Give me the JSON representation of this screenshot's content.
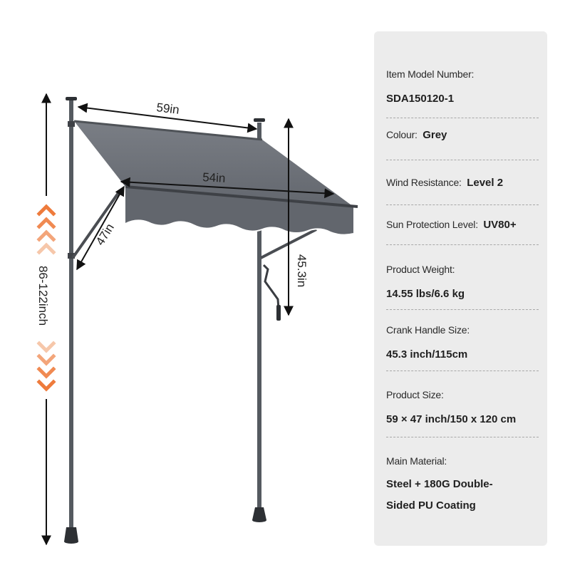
{
  "dimensions": {
    "top_width": "59in",
    "front_width": "54in",
    "projection": "47in",
    "crank_length": "45.3in",
    "pole_height": "86-122inch"
  },
  "colors": {
    "fabric": "#6b6f76",
    "fabric_dark": "#595d63",
    "frame": "#4a4d52",
    "accent_orange": "#ee7b3c",
    "accent_orange_light": "#f6c7aa",
    "panel_bg": "#ececec"
  },
  "specs": [
    {
      "label": "Item Model Number:",
      "value": "SDA150120-1"
    },
    {
      "label": "Colour:",
      "value": "Grey"
    },
    {
      "label": "Wind Resistance:",
      "value": "Level 2"
    },
    {
      "label": "Sun Protection Level:",
      "value": "UV80+"
    },
    {
      "label": "Product Weight:",
      "value": "14.55 lbs/6.6 kg"
    },
    {
      "label": "Crank Handle Size:",
      "value": "45.3 inch/115cm"
    },
    {
      "label": "Product Size:",
      "value": "59 × 47 inch/150 x 120 cm"
    },
    {
      "label": "Main Material:",
      "value_lines": [
        "Steel + 180G Double-",
        "Sided PU Coating"
      ]
    }
  ]
}
